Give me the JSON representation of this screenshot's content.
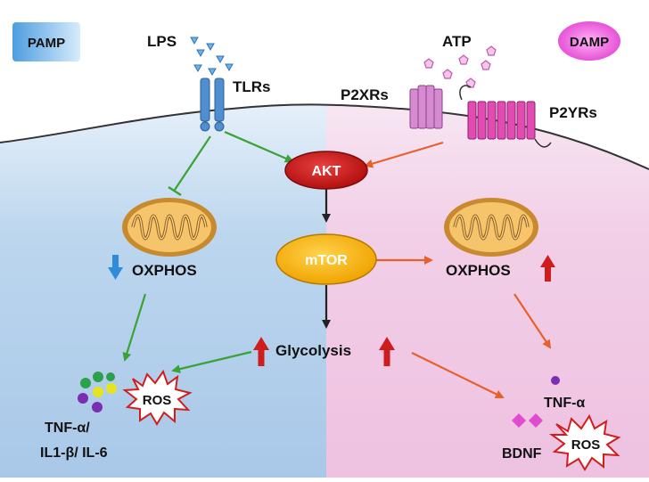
{
  "badges": {
    "pamp": "PAMP",
    "damp": "DAMP"
  },
  "receptors": {
    "lps": "LPS",
    "tlrs": "TLRs",
    "atp": "ATP",
    "p2xrs": "P2XRs",
    "p2yrs": "P2YRs"
  },
  "nodes": {
    "akt": "AKT",
    "mtor": "mTOR",
    "glycolysis": "Glycolysis"
  },
  "left": {
    "oxphos": "OXPHOS",
    "ros": "ROS",
    "cytokines_line1": "TNF-α/",
    "cytokines_line2": "IL1-β/ IL-6"
  },
  "right": {
    "oxphos": "OXPHOS",
    "tnf": "TNF-α",
    "bdnf": "BDNF",
    "ros": "ROS"
  },
  "colors": {
    "pamp_badge": "#8ec3ea",
    "damp_badge": "#e64fd8",
    "left_bg": "#b9d3ec",
    "right_bg": "#f2cbe6",
    "akt": "#cc1f1f",
    "mtor": "#f7b500",
    "tlr": "#4f8fd1",
    "p2xr": "#d58bd0",
    "p2yr": "#e14bb2",
    "green_arrow": "#3aa335",
    "orange_arrow": "#e7602a",
    "up_arrow": "#cf1d1d",
    "down_arrow": "#2f8bdc",
    "mito_outer": "#c7892e",
    "mito_fill": "#f6c46a"
  }
}
